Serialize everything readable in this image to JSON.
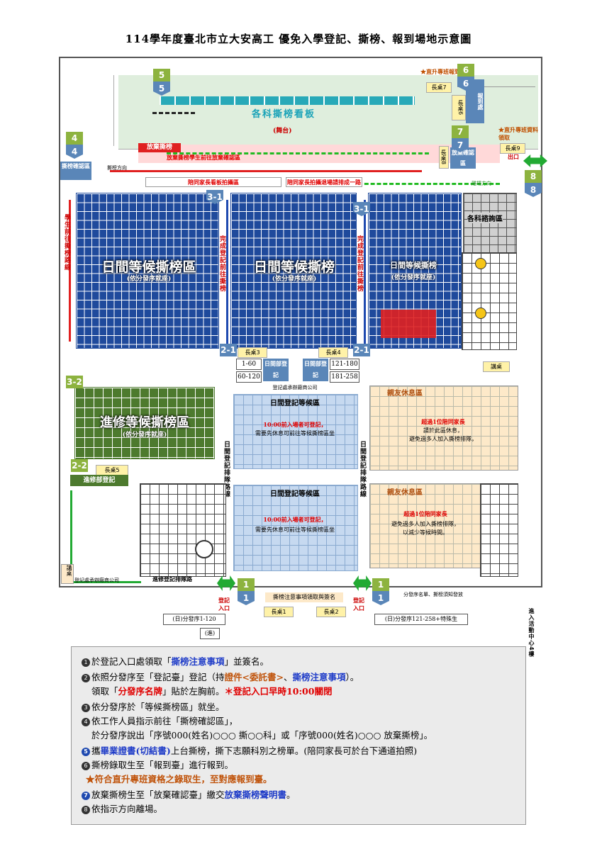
{
  "title": "114學年度臺北市立大安高工 優免入學登記、撕榜、報到場地示意圖",
  "map": {
    "board_label": "各科撕榜看板",
    "stage_label": "(舞台)",
    "drop_board": "放棄撕榜",
    "drop_confirm_path": "放棄撕榜學生前往放棄確認區",
    "parent_area_left": "陪同家長看板拍攝區",
    "parent_area_right": "陪同家長拍攝退場請排成一路",
    "admission_direction": "撕榜方向",
    "exit_direction": "離場方向",
    "confirm_area_4": "撕榜確認區",
    "confirm_area_7": "放棄確認區",
    "report_6": "報到處",
    "dept_rest": "各科諮詢區",
    "special_report_6": "★直升專班報到處",
    "special_materials_7": "★直升專班資料領取",
    "tag_6": "長桌7",
    "tag_6b": "長桌6",
    "tag_7": "長桌9",
    "tag_7b": "長桌8",
    "wait_left_title": "日間等候撕榜區",
    "wait_left_sub": "(依分發序就座)",
    "wait_mid_title": "日間等候撕榜",
    "wait_mid_sub": "(依分發序就座)",
    "wait_right_title": "日間等候撕榜",
    "wait_right_sub": "(依分發序就座)",
    "night_title": "進修等候撕榜區",
    "night_sub": "(依分發序就座)",
    "night_register": "進修部登記",
    "night_table": "長桌5",
    "day_reg_left": "日間部登記",
    "day_reg_right": "日間部登記",
    "day_table_left": "長桌3",
    "day_table_right": "長桌4",
    "range_1": "1-60",
    "range_2": "60-120",
    "range_3": "121-180",
    "range_4": "181-258",
    "day_wait_title_1": "日間登記等候區",
    "day_wait_title_2": "日間登記等候區",
    "day_wait_note1": "10:00前入場者可登記，",
    "day_wait_note2": "需要先休息可前往等候撕榜區坐",
    "rest_title_1": "親友休息區",
    "rest_title_2": "親友休息區",
    "rest_note_red": "超過1位陪同家長",
    "rest_note_1": "請於此區休息，",
    "rest_note_2": "避免過多人加入撕榜排隊，",
    "rest_note_3": "以減少等候時間。",
    "company_text": "登記處承辦廠商公司",
    "left_vertical": "學生前往撕榜路線",
    "middle_vertical": "完成登記前往撕榜",
    "right_vertical": "完成登記前往撕榜",
    "reg_route_left": "日間登記排隊路線",
    "reg_route_right": "日間登記排隊路線",
    "exit_label": "出口",
    "register_label": "登記入口",
    "bottom_left_route": "進修登記排隊路",
    "bottom_right_route": "分發序名單、撕榜須知發放",
    "desk_label": "講桌",
    "table_1": "長桌1",
    "table_2": "長桌2",
    "bottom_middle": "撕榜注意事項領取與簽名",
    "night_seq_label": "(日)分發序1-120",
    "night_seq_label2": "(進)",
    "day_seq_right": "(日)分發序121-258+特殊生",
    "enter_activity": "進入活動中心4樓",
    "markers": [
      "1",
      "2-1",
      "2-2",
      "3-1",
      "3-2",
      "4",
      "5",
      "6",
      "7",
      "8"
    ],
    "seating_area": "各科諮詢區"
  },
  "steps": [
    {
      "n": "1",
      "a": "於登記入口處領取「",
      "b": "撕榜注意事項",
      "c": "」並簽名。"
    },
    {
      "n": "2",
      "a": "依照分發序至「登記臺」登記（持",
      "b": "證件<委託書>",
      "c": "、",
      "d": "撕榜注意事項",
      "e": "）。"
    },
    {
      "n": "2b",
      "a": "領取「",
      "b": "分發序名牌",
      "c": "」貼於左胸前。",
      "d": "＊登記入口早時10:00關閉"
    },
    {
      "n": "3",
      "a": "依分發序於「等候撕榜區」就坐。"
    },
    {
      "n": "4",
      "a": "依工作人員指示前往「撕榜確認區」，"
    },
    {
      "n": "4b",
      "a": "於分發序說出「序號000(姓名)○○○ 撕○○科」或「序號000(姓名)○○○ 放棄撕榜」。"
    },
    {
      "n": "5",
      "a": "攜",
      "b": "畢業證書(切結書)",
      "c": "上台撕榜，撕下志願科別之榜單。(陪同家長可於台下通道拍照)"
    },
    {
      "n": "6",
      "a": "撕榜錄取生至「報到臺」進行報到。"
    },
    {
      "n": "6b",
      "a": "★符合直升專班資格之錄取生，至對應報到臺。"
    },
    {
      "n": "7",
      "a": "放棄撕榜生至「放棄確認臺」繳交",
      "b": "放棄撕榜聲明書",
      "c": "。"
    },
    {
      "n": "8",
      "a": "依指示方向離場。"
    }
  ],
  "colors": {
    "navy": "#1f4a9c",
    "green": "#4d7a2e",
    "red": "#e00000",
    "blue": "#5a86b8"
  }
}
